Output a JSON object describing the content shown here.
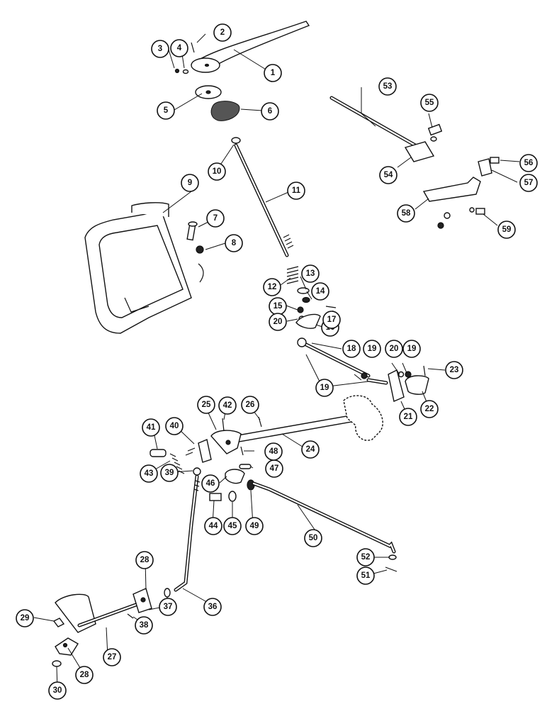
{
  "diagram": {
    "callouts": [
      {
        "label": "1"
      },
      {
        "label": "2"
      },
      {
        "label": "3"
      },
      {
        "label": "4"
      },
      {
        "label": "5"
      },
      {
        "label": "6"
      },
      {
        "label": "7"
      },
      {
        "label": "8"
      },
      {
        "label": "9"
      },
      {
        "label": "10"
      },
      {
        "label": "11"
      },
      {
        "label": "12"
      },
      {
        "label": "13"
      },
      {
        "label": "14"
      },
      {
        "label": "15"
      },
      {
        "label": "16"
      },
      {
        "label": "17"
      },
      {
        "label": "18"
      },
      {
        "label": "19"
      },
      {
        "label": "19"
      },
      {
        "label": "19"
      },
      {
        "label": "20"
      },
      {
        "label": "20"
      },
      {
        "label": "21"
      },
      {
        "label": "22"
      },
      {
        "label": "23"
      },
      {
        "label": "24"
      },
      {
        "label": "25"
      },
      {
        "label": "26"
      },
      {
        "label": "27"
      },
      {
        "label": "28"
      },
      {
        "label": "28"
      },
      {
        "label": "29"
      },
      {
        "label": "30"
      },
      {
        "label": "36"
      },
      {
        "label": "37"
      },
      {
        "label": "38"
      },
      {
        "label": "39"
      },
      {
        "label": "40"
      },
      {
        "label": "41"
      },
      {
        "label": "42"
      },
      {
        "label": "43"
      },
      {
        "label": "44"
      },
      {
        "label": "45"
      },
      {
        "label": "46"
      },
      {
        "label": "47"
      },
      {
        "label": "48"
      },
      {
        "label": "49"
      },
      {
        "label": "50"
      },
      {
        "label": "51"
      },
      {
        "label": "52"
      },
      {
        "label": "53"
      },
      {
        "label": "54"
      },
      {
        "label": "55"
      },
      {
        "label": "56"
      },
      {
        "label": "57"
      },
      {
        "label": "58"
      },
      {
        "label": "59"
      }
    ]
  }
}
